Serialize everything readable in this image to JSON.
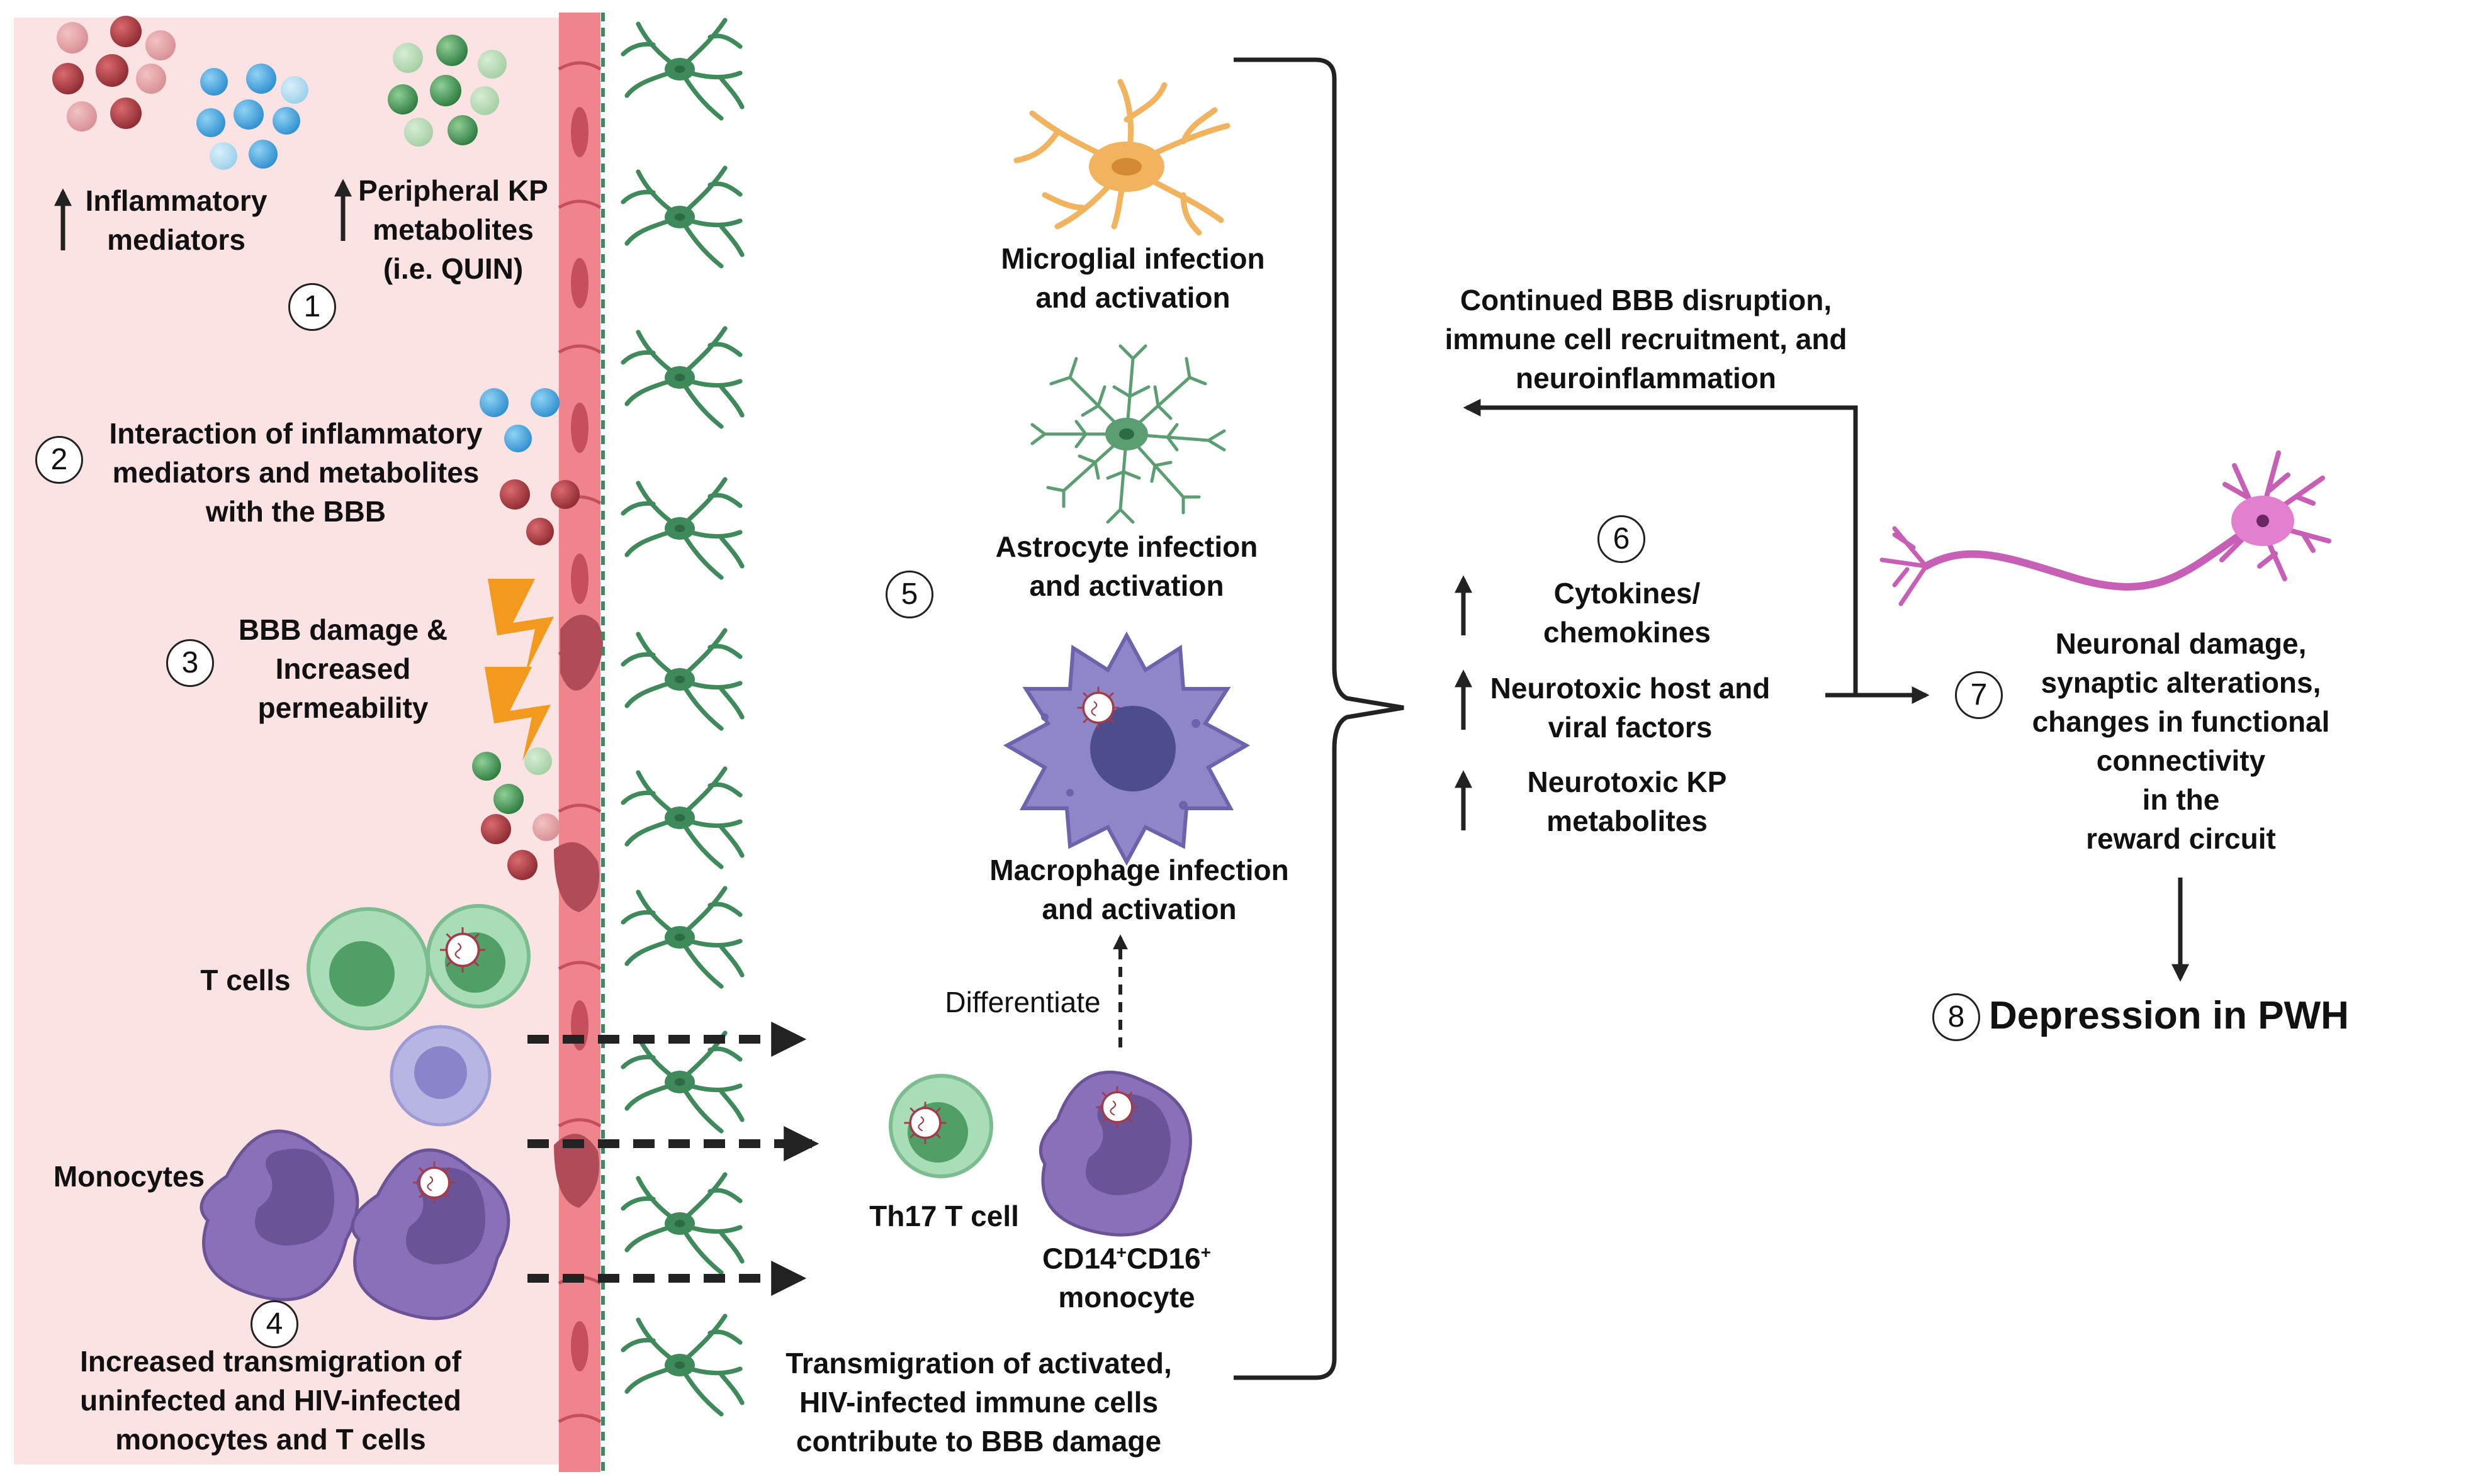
{
  "colors": {
    "blood_panel": "#fbe3e3",
    "endothelium": "#f0848d",
    "astrocyte_green": "#3f8a5a",
    "microglia_orange": "#f2b35f",
    "macrophage_purple": "#8f86c9",
    "monocyte_purple": "#8a70b8",
    "tcell_green": "#8fd0a4",
    "neuron_pink": "#c85fb6",
    "lightning": "#f39a1e",
    "mediator_red": "#a3393f",
    "mediator_blue": "#45a8e0",
    "metabolite_green": "#4f9b5e"
  },
  "steps": [
    "1",
    "2",
    "3",
    "4",
    "5",
    "6",
    "7",
    "8"
  ],
  "left_panel": {
    "inflammatory_mediators": "Inflammatory\nmediators",
    "peripheral_kp": "Peripheral KP\nmetabolites\n(i.e. QUIN)",
    "interaction": "Interaction of inflammatory\nmediators and metabolites\nwith the BBB",
    "bbb_damage": "BBB damage &\nIncreased\npermeability",
    "t_cells": "T cells",
    "monocytes": "Monocytes",
    "transmigration": "Increased transmigration of\nuninfected and HIV-infected\nmonocytes and T cells"
  },
  "middle_panel": {
    "microglia": "Microglial infection\nand activation",
    "astrocyte": "Astrocyte infection\nand activation",
    "macrophage": "Macrophage infection\nand activation",
    "differentiate": "Differentiate",
    "th17": "Th17 T cell",
    "cd14": "CD14",
    "cd14_sup": "+",
    "cd16": "CD16",
    "cd16_sup": "+",
    "monocyte_word": "monocyte",
    "transmigration_activated": "Transmigration of activated,\nHIV-infected immune cells\ncontribute to BBB damage"
  },
  "right_panel": {
    "continued": "Continued BBB disruption,\nimmune cell recruitment, and\nneuroinflammation",
    "cytokines": "Cytokines/\nchemokines",
    "neurotoxic_host": "Neurotoxic host and\nviral factors",
    "neurotoxic_kp": "Neurotoxic KP\nmetabolites",
    "neuronal_damage": "Neuronal damage,\nsynaptic alterations,\nchanges in functional\nconnectivity\nin the\nreward circuit",
    "depression": "Depression in PWH"
  }
}
